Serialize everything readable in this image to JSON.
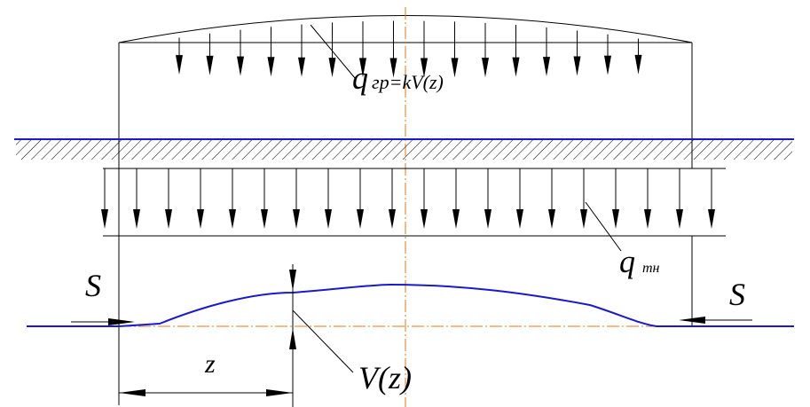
{
  "labels": {
    "q_gr_main": "q",
    "q_gr_sub": "гр",
    "q_gr_formula": "=kV(z)",
    "q_tn_main": "q",
    "q_tn_sub": "тн",
    "s_left": "S",
    "s_right": "S",
    "z": "z",
    "v_z": "V(z)"
  },
  "colors": {
    "line": "#000000",
    "blue": "#1a1acc",
    "axis": "#e07a1a"
  }
}
